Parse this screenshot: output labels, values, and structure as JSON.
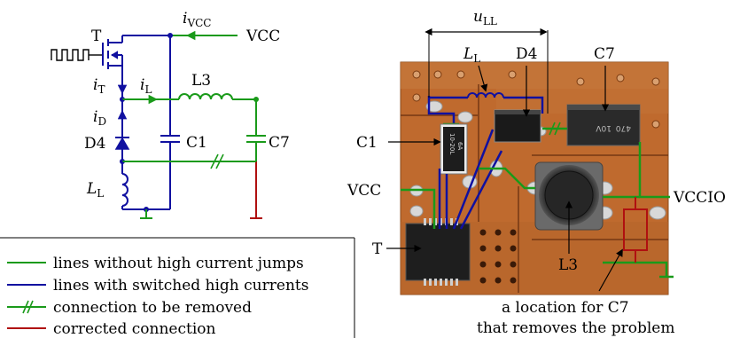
{
  "schematic": {
    "labels": {
      "t": "T",
      "i_vcc": "i",
      "i_vcc_sub": "VCC",
      "vcc": "VCC",
      "i_t": "i",
      "i_t_sub": "T",
      "i_l": "i",
      "i_l_sub": "L",
      "l3": "L3",
      "i_d": "i",
      "i_d_sub": "D",
      "d4": "D4",
      "c1": "C1",
      "c7": "C7",
      "l_l": "L",
      "l_l_sub": "L"
    }
  },
  "legend": {
    "items": [
      {
        "text": "lines without high current jumps",
        "color": "#1a9a1a",
        "style": "line"
      },
      {
        "text": "lines with switched high currents",
        "color": "#1010a0",
        "style": "line"
      },
      {
        "text": "connection to be removed",
        "color": "#1a9a1a",
        "style": "cut"
      },
      {
        "text": "corrected connection",
        "color": "#b01010",
        "style": "line"
      }
    ]
  },
  "photo": {
    "labels": {
      "u_ll": "u",
      "u_ll_sub": "LL",
      "l_l": "L",
      "l_l_sub": "L",
      "d4": "D4",
      "c7": "C7",
      "c1": "C1",
      "vcc": "VCC",
      "vccio": "VCCIO",
      "t": "T",
      "l3": "L3",
      "note_line1": "a location for C7",
      "note_line2": "that removes the problem"
    },
    "chip_marks": {
      "c1_part": "10-20L",
      "c1_part2": "6A",
      "c7_part": "10V",
      "c7_part2": "470"
    }
  },
  "colors": {
    "green": "#1a9a1a",
    "blue": "#1010a0",
    "red": "#b01010",
    "board": "#c8763a"
  }
}
